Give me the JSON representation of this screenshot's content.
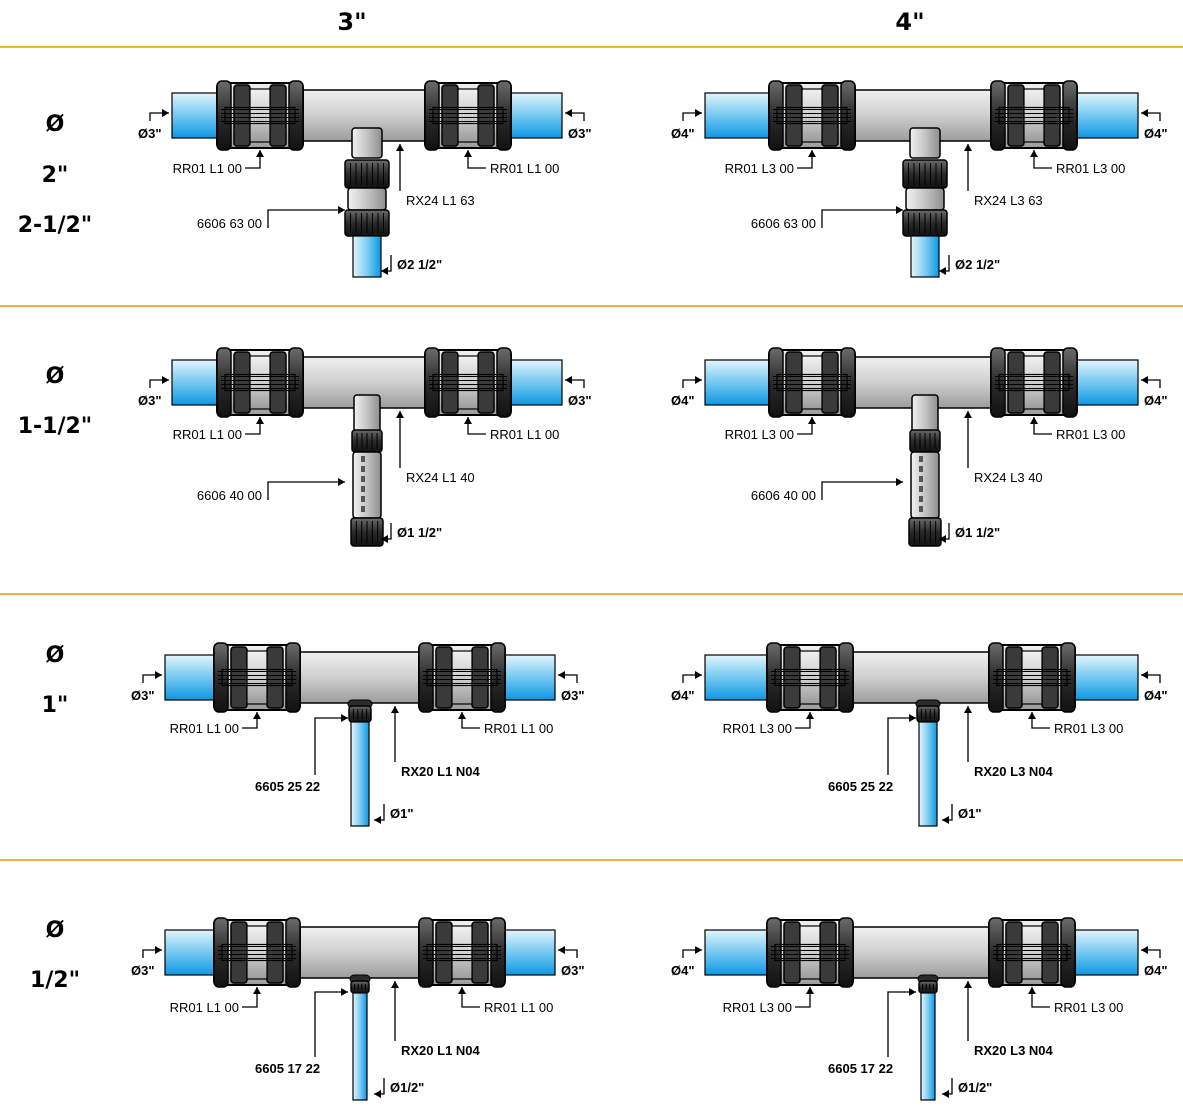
{
  "columns": [
    "3\"",
    "4\""
  ],
  "rows": [
    {
      "labels": [
        "Ø",
        "2\"",
        "2-1/2\""
      ],
      "variant": "coupler",
      "cells": [
        {
          "main": "Ø3\"",
          "rrLeft": "RR01 L1 00",
          "rrRight": "RR01 L1 00",
          "tee": "RX24 L1 63",
          "fitting": "6606 63 00",
          "branch": "Ø2 1/2\""
        },
        {
          "main": "Ø4\"",
          "rrLeft": "RR01 L3 00",
          "rrRight": "RR01 L3 00",
          "tee": "RX24 L3 63",
          "fitting": "6606 63 00",
          "branch": "Ø2 1/2\""
        }
      ]
    },
    {
      "labels": [
        "Ø",
        "1-1/2\""
      ],
      "variant": "reducer",
      "cells": [
        {
          "main": "Ø3\"",
          "rrLeft": "RR01 L1 00",
          "rrRight": "RR01 L1 00",
          "tee": "RX24 L1 40",
          "fitting": "6606 40 00",
          "branch": "Ø1 1/2\""
        },
        {
          "main": "Ø4\"",
          "rrLeft": "RR01 L3 00",
          "rrRight": "RR01 L3 00",
          "tee": "RX24 L3 40",
          "fitting": "6606 40 00",
          "branch": "Ø1 1/2\""
        }
      ]
    },
    {
      "labels": [
        "Ø",
        "1\""
      ],
      "variant": "small",
      "cells": [
        {
          "main": "Ø3\"",
          "rrLeft": "RR01 L1 00",
          "rrRight": "RR01 L1 00",
          "tee": "RX20 L1 N04",
          "fitting": "6605 25 22",
          "branch": "Ø1\""
        },
        {
          "main": "Ø4\"",
          "rrLeft": "RR01 L3 00",
          "rrRight": "RR01 L3 00",
          "tee": "RX20 L3 N04",
          "fitting": "6605 25 22",
          "branch": "Ø1\""
        }
      ]
    },
    {
      "labels": [
        "Ø",
        "1/2\""
      ],
      "variant": "tiny",
      "cells": [
        {
          "main": "Ø3\"",
          "rrLeft": "RR01 L1 00",
          "rrRight": "RR01 L1 00",
          "tee": "RX20 L1 N04",
          "fitting": "6605 17 22",
          "branch": "Ø1/2\""
        },
        {
          "main": "Ø4\"",
          "rrLeft": "RR01 L3 00",
          "rrRight": "RR01 L3 00",
          "tee": "RX20 L3 N04",
          "fitting": "6605 17 22",
          "branch": "Ø1/2\""
        }
      ]
    }
  ],
  "colors": {
    "separator": "#f2b33d",
    "pipe_blue": "#1fa3e8",
    "pipe_light": "#d6f0fb",
    "tee_body": "#c9c9c9",
    "outline": "#000000"
  }
}
